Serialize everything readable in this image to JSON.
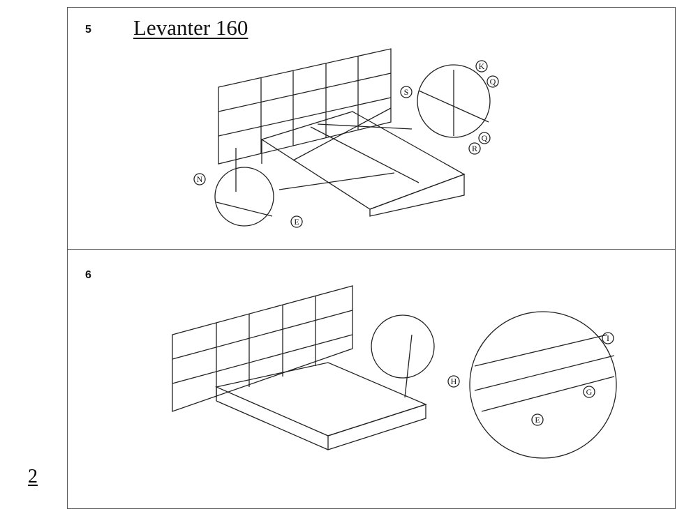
{
  "document": {
    "title": "Levanter 160",
    "page_number": "2",
    "steps": [
      {
        "number": "5",
        "labels": {
          "K": "K",
          "Q1": "Q",
          "S": "S",
          "Q2": "Q",
          "R": "R",
          "N": "N",
          "E": "E"
        }
      },
      {
        "number": "6",
        "labels": {
          "I": "I",
          "H": "H",
          "G": "G",
          "E": "E"
        }
      }
    ]
  }
}
